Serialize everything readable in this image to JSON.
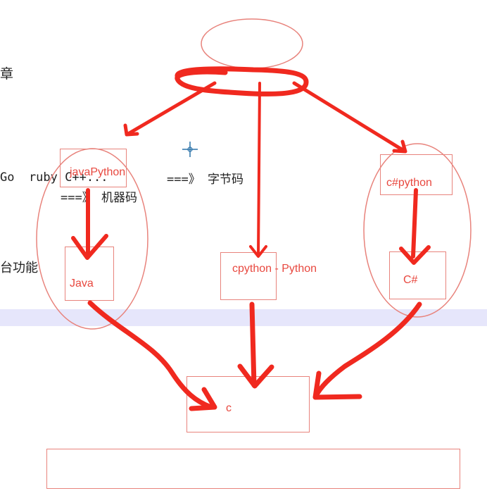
{
  "background_text": {
    "chapter": "章",
    "languages_line": "Go  ruby C++...",
    "bytecode_arrow": "===》 字节码",
    "machine_arrow": "===》 机器码",
    "platform": "台功能"
  },
  "diagram": {
    "box_java_python": "javaPython",
    "box_csharp_python": "c#python",
    "box_java": "Java",
    "box_cpython": "cpython - Python",
    "box_csharp": "C#",
    "box_c": "c"
  },
  "colors": {
    "ink": "#f0291f",
    "box_border": "#e8837c",
    "label": "#e8483f",
    "band": "#e6e6fb"
  }
}
